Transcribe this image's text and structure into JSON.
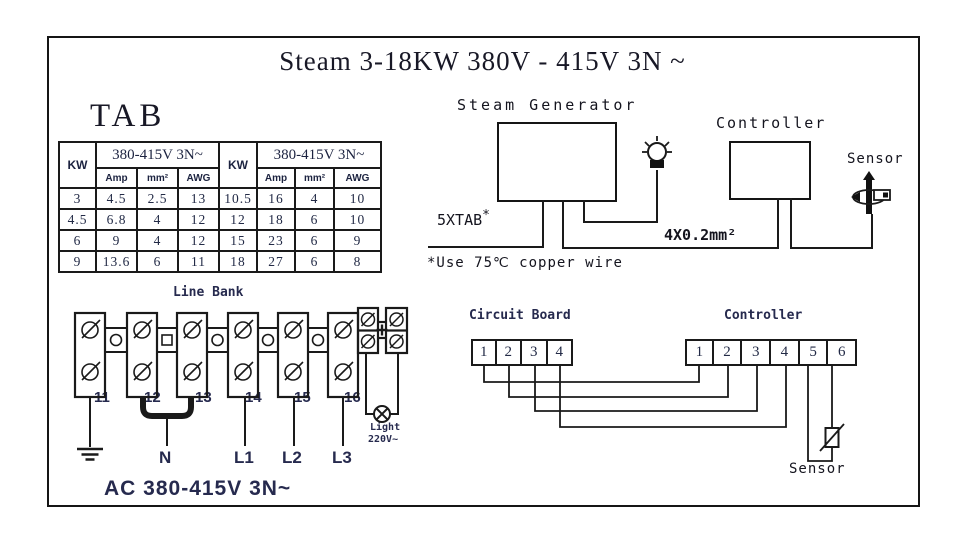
{
  "title": "Steam 3-18KW 380V - 415V 3N ~",
  "table": {
    "heading": "TAB",
    "kw_label": "KW",
    "group_label": "380-415V 3N~",
    "sub_labels": [
      "Amp",
      "mm²",
      "AWG"
    ],
    "rows": [
      [
        "3",
        "4.5",
        "2.5",
        "13",
        "10.5",
        "16",
        "4",
        "10"
      ],
      [
        "4.5",
        "6.8",
        "4",
        "12",
        "12",
        "18",
        "6",
        "10"
      ],
      [
        "6",
        "9",
        "4",
        "12",
        "15",
        "23",
        "6",
        "9"
      ],
      [
        "9",
        "13.6",
        "6",
        "11",
        "18",
        "27",
        "6",
        "8"
      ]
    ]
  },
  "diagram": {
    "steam_generator_label": "Steam Generator",
    "controller_label": "Controller",
    "sensor_label": "Sensor",
    "cable_tab_label": "5XTAB",
    "cable_tab_note_mark": "*",
    "cable_controller_label": "4X0.2mm²",
    "note": "*Use 75℃ copper wire"
  },
  "line_bank": {
    "label": "Line Bank",
    "terminals": [
      "11",
      "12",
      "13",
      "14",
      "15",
      "16"
    ],
    "wire_labels": [
      "N",
      "L1",
      "L2",
      "L3"
    ],
    "light_label_line1": "Light",
    "light_label_line2": "220V~",
    "supply_label": "AC 380-415V 3N~"
  },
  "terminal_map": {
    "circuit_board_label": "Circuit Board",
    "controller_label": "Controller",
    "circuit_board_terminals": [
      "1",
      "2",
      "3",
      "4"
    ],
    "controller_terminals": [
      "1",
      "2",
      "3",
      "4",
      "5",
      "6"
    ],
    "sensor_label": "Sensor"
  },
  "colors": {
    "line": "#1a1a1a",
    "label_dark_blue": "#262a4e",
    "background": "#ffffff"
  }
}
